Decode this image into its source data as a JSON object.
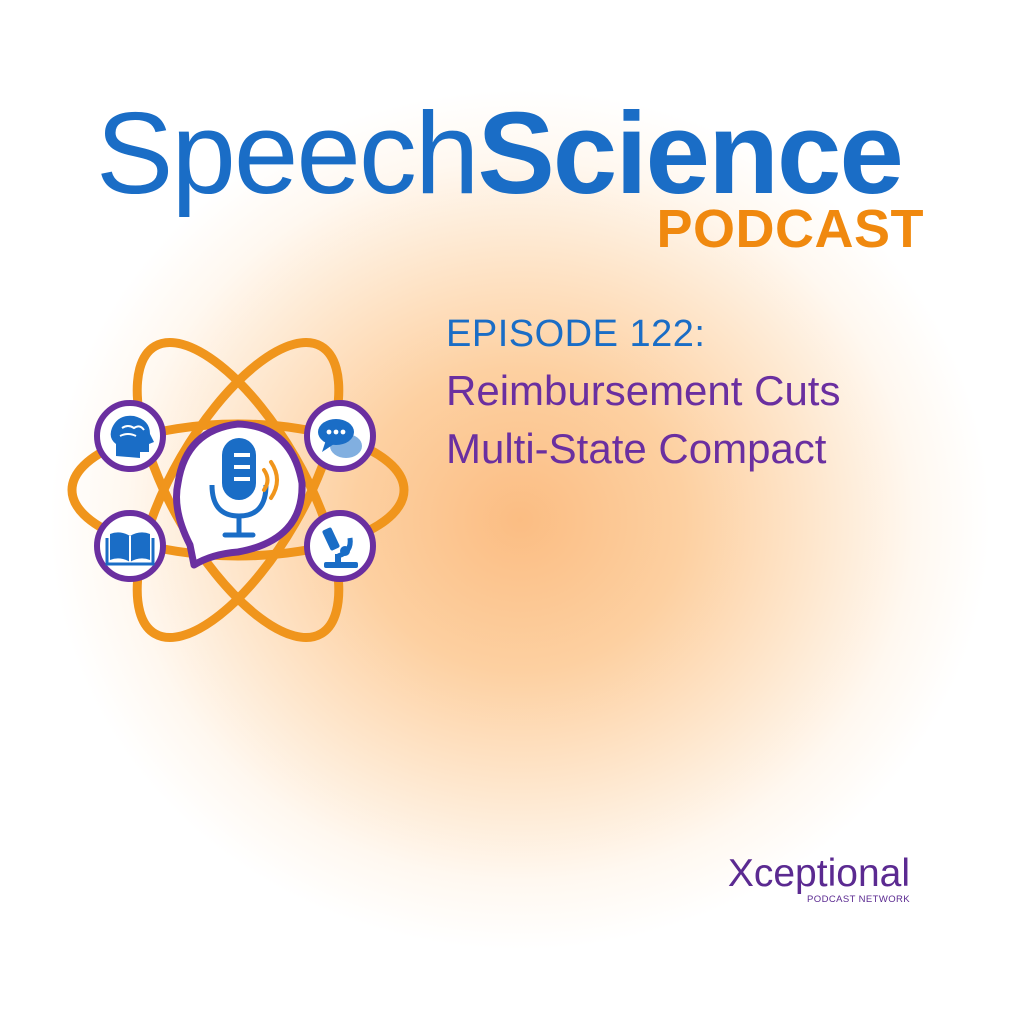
{
  "header": {
    "title_regular": "Speech",
    "title_bold": "Science",
    "subtitle": "PODCAST"
  },
  "episode": {
    "number_label": "EPISODE 122:",
    "title_line1": "Reimbursement Cuts",
    "title_line2": "Multi-State Compact"
  },
  "logo": {
    "center_icon": "microphone-speech-bubble-icon",
    "satellite_icons": [
      "brain-head-icon",
      "chat-bubbles-icon",
      "open-book-icon",
      "microscope-icon"
    ]
  },
  "network": {
    "name": "Xceptional",
    "tagline": "PODCAST NETWORK"
  },
  "colors": {
    "blue": "#1a6dc6",
    "orange": "#f0890f",
    "purple": "#6a2fa0",
    "background_glow": "#fbbd83"
  }
}
